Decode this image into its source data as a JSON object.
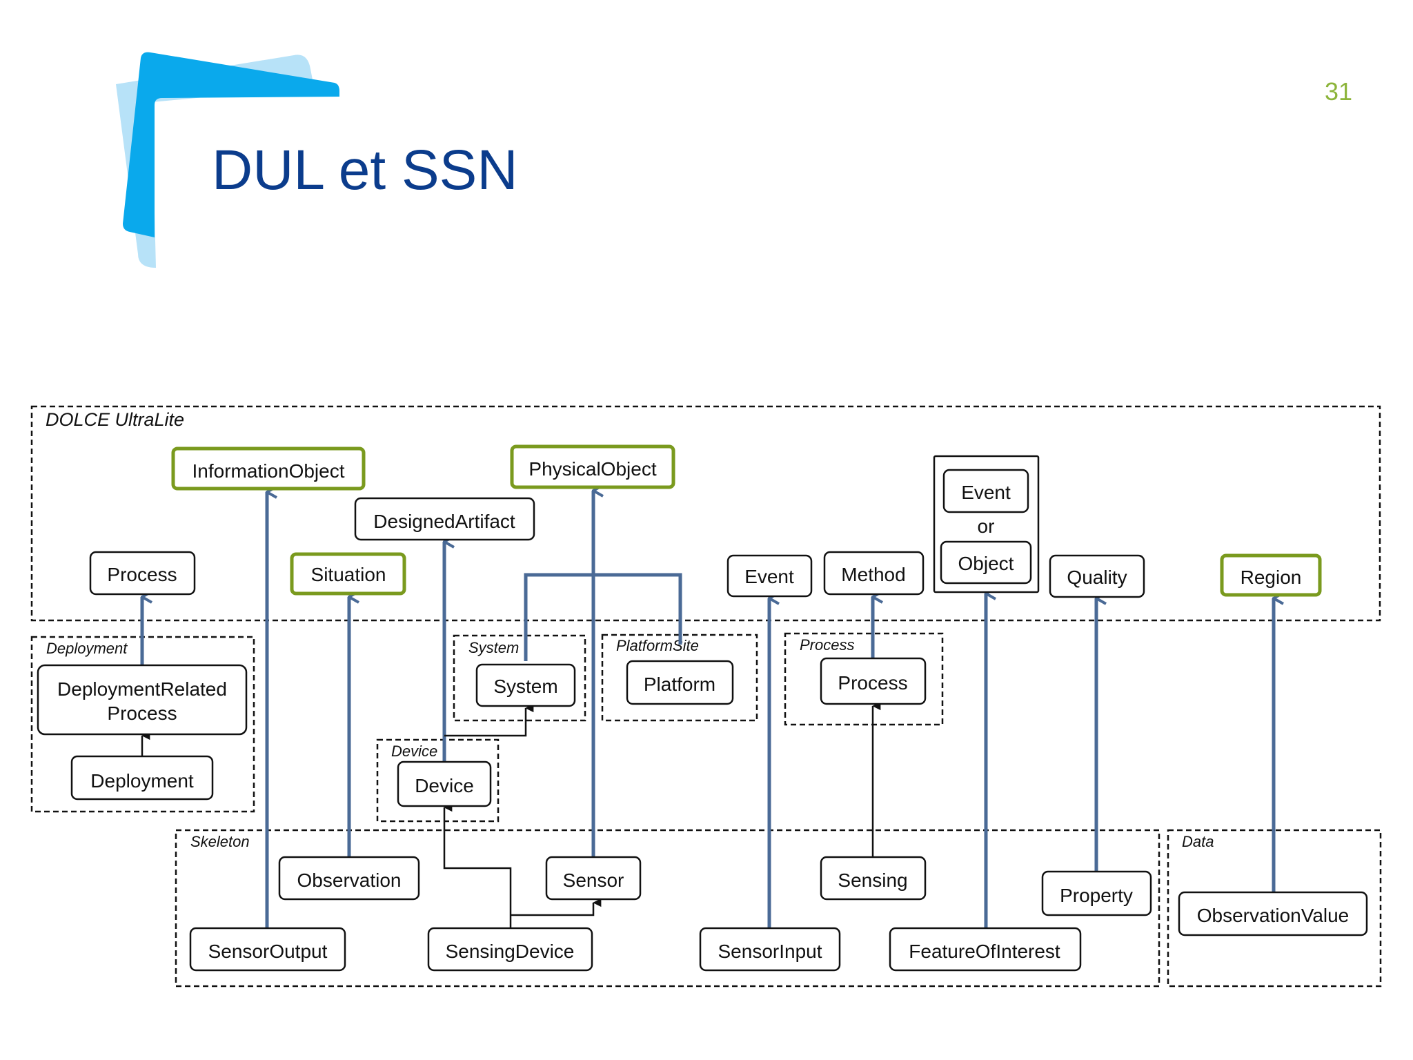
{
  "slide": {
    "title": "DUL et SSN",
    "page_number": "31"
  },
  "colors": {
    "title": "#0b3c8c",
    "page_number": "#8cb43a",
    "highlight_border": "#7a9a1e",
    "arrow": "#4a6a96",
    "logo_light": "#b7e2f8",
    "logo_dark": "#0aa9ec"
  },
  "groups": {
    "dolce": "DOLCE UltraLite",
    "deployment": "Deployment",
    "system": "System",
    "platform_site": "PlatformSite",
    "process": "Process",
    "device": "Device",
    "skeleton": "Skeleton",
    "data": "Data"
  },
  "nodes": {
    "information_object": "InformationObject",
    "physical_object": "PhysicalObject",
    "designed_artifact": "DesignedArtifact",
    "process_dul": "Process",
    "situation": "Situation",
    "event_dul": "Event",
    "method": "Method",
    "event_or_object": {
      "event": "Event",
      "or": "or",
      "object": "Object"
    },
    "quality": "Quality",
    "region": "Region",
    "deployment_related_process": {
      "line1": "DeploymentRelated",
      "line2": "Process"
    },
    "deployment": "Deployment",
    "system": "System",
    "platform": "Platform",
    "process_ssn": "Process",
    "device": "Device",
    "observation": "Observation",
    "sensor": "Sensor",
    "sensing": "Sensing",
    "property": "Property",
    "observation_value": "ObservationValue",
    "sensor_output": "SensorOutput",
    "sensing_device": "SensingDevice",
    "sensor_input": "SensorInput",
    "feature_of_interest": "FeatureOfInterest"
  }
}
